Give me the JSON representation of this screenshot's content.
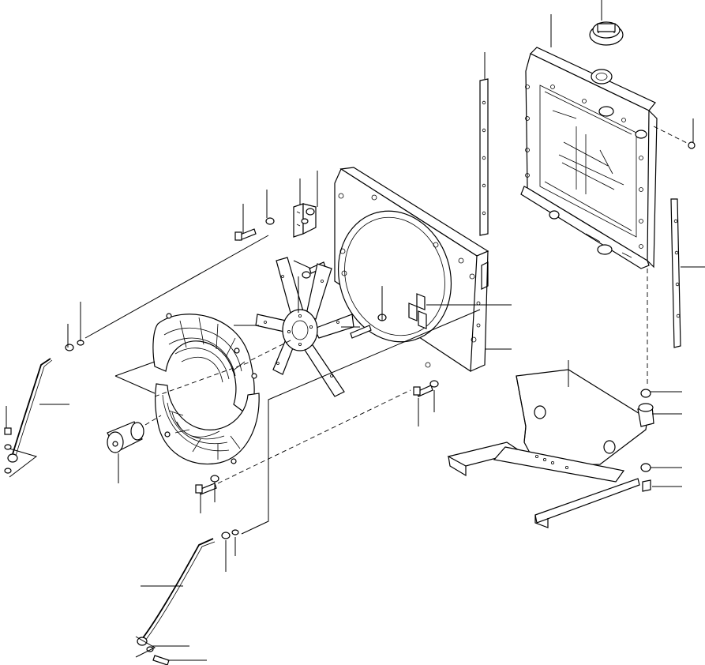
{
  "diagram": {
    "type": "exploded-parts-view",
    "background": "#ffffff",
    "ink": "#000000",
    "parts": [
      "radiator",
      "radiator-cap",
      "fan-shroud",
      "fan-blade",
      "fan-guard-upper",
      "fan-guard-lower",
      "fan-spacer",
      "mounting-bracket",
      "left-side-seal",
      "right-side-seal",
      "support-stay-upper",
      "support-stay-lower",
      "isolator-mount"
    ]
  }
}
